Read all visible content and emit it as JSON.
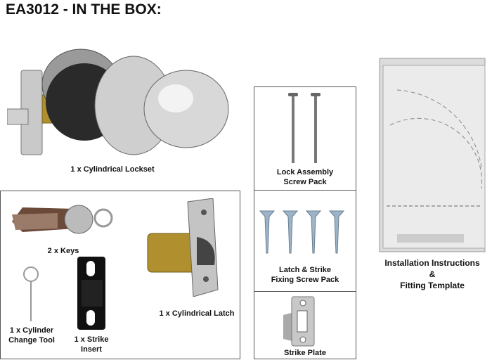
{
  "title": "EA3012 - IN THE BOX:",
  "items": {
    "lockset": "1 x Cylindrical Lockset",
    "keys": "2 x Keys",
    "tool_line1": "1 x Cylinder",
    "tool_line2": "Change Tool",
    "insert_line1": "1 x Strike",
    "insert_line2": "Insert",
    "latch": "1 x Cylindrical Latch",
    "lock_screws_line1": "Lock Assembly",
    "lock_screws_line2": "Screw Pack",
    "fix_screws_line1": "Latch & Strike",
    "fix_screws_line2": "Fixing Screw Pack",
    "strike_plate": "Strike Plate",
    "instructions_line1": "Installation Instructions",
    "instructions_line2": "&",
    "instructions_line3": "Fitting Template"
  },
  "colors": {
    "metal": "#b8b8b8",
    "brass": "#b0902e",
    "black": "#111111"
  }
}
